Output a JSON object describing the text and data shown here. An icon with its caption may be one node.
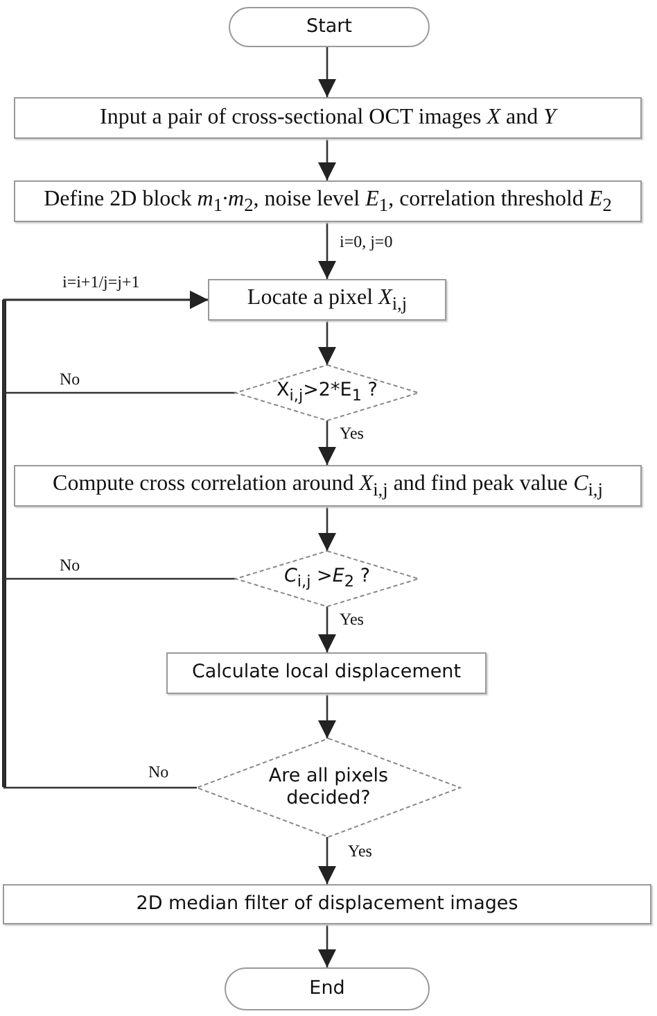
{
  "diagram": {
    "nodes": [
      {
        "text": [
          "Start"
        ]
      },
      {
        "text": [
          "Input a pair of cross-sectional OCT images *X* and *Y*"
        ]
      },
      {
        "text": [
          "Define 2D block *m*$_{1}$∙*m*$_{2}$, noise level *E*$_{1}$, correlation threshold *E*$_{2}$"
        ]
      },
      {
        "text": [
          "Locate a pixel *X*$_{i,j}$"
        ]
      },
      {
        "text": [
          "X$_{i,j}$>2*E$_{1}$ ?"
        ]
      },
      {
        "text": [
          "Compute cross correlation around *X*$_{i,j}$ and find peak value *C*$_{i,j}$"
        ]
      },
      {
        "text": [
          "*C*$_{i,j}$ >*E*$_{2}$ ?"
        ]
      },
      {
        "text": [
          "Calculate local displacement"
        ]
      },
      {
        "text": [
          "Are all pixels decided?"
        ]
      },
      {
        "text": [
          "2D median filter of displacement images"
        ]
      },
      {
        "text": [
          "End"
        ]
      }
    ],
    "edges": [
      {
        "from": 0,
        "to": 1,
        "arrow": "to"
      },
      {
        "from": 1,
        "to": 2,
        "arrow": "to"
      },
      {
        "from": 2,
        "to": 3,
        "arrow": "to",
        "label": "i=0, j=0"
      },
      {
        "from": 3,
        "to": 4,
        "arrow": "to"
      },
      {
        "from": 4,
        "to": 5,
        "arrow": "to",
        "label": "Yes"
      },
      {
        "from": 5,
        "to": 6,
        "arrow": "to"
      },
      {
        "from": 6,
        "to": 7,
        "arrow": "to",
        "label": "Yes"
      },
      {
        "from": 7,
        "to": 8,
        "arrow": "to"
      },
      {
        "from": 8,
        "to": 9,
        "arrow": "to",
        "label": "Yes"
      },
      {
        "from": 9,
        "to": 10,
        "arrow": "to"
      },
      {
        "from": 4,
        "to": 3,
        "arrow": "to",
        "label": "No"
      },
      {
        "from": 6,
        "to": 3,
        "arrow": "to",
        "label": "No"
      },
      {
        "from": 8,
        "to": 3,
        "arrow": "to",
        "label": "No"
      }
    ],
    "labels": [
      "i=i+1/j=j+1"
    ]
  }
}
